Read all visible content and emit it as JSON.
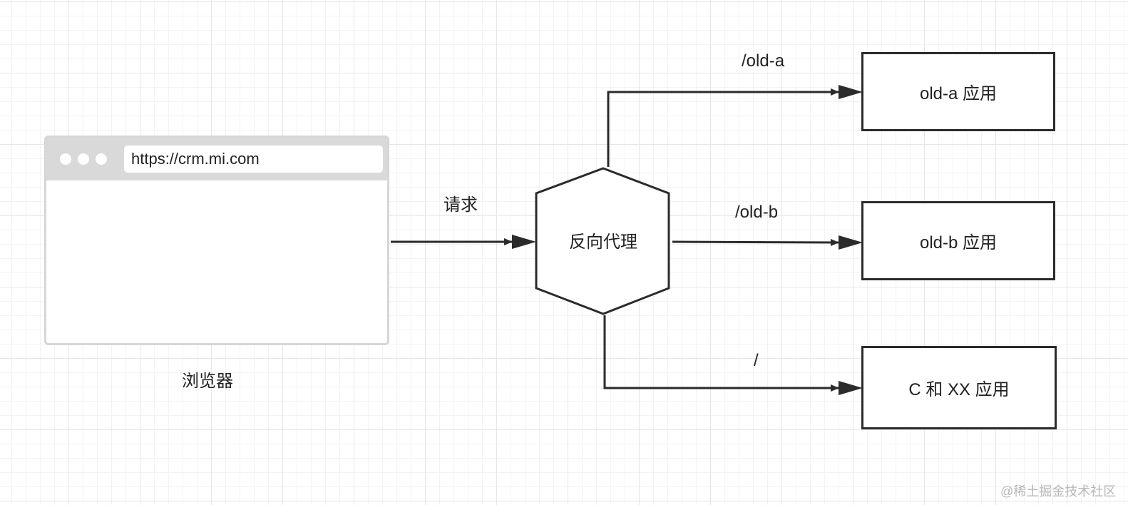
{
  "browser": {
    "url": "https://crm.mi.com",
    "caption": "浏览器"
  },
  "edges": {
    "request_label": "请求",
    "route_a": "/old-a",
    "route_b": "/old-b",
    "route_root": "/"
  },
  "proxy": {
    "label": "反向代理"
  },
  "targets": {
    "old_a": "old-a 应用",
    "old_b": "old-b 应用",
    "c_xx": "C 和 XX 应用"
  },
  "watermark": "@稀土掘金技术社区",
  "colors": {
    "stroke": "#2b2b2b",
    "browser_frame": "#d6d6d6",
    "browser_bar": "#d9d9d9",
    "grid": "#e6e6e6"
  }
}
